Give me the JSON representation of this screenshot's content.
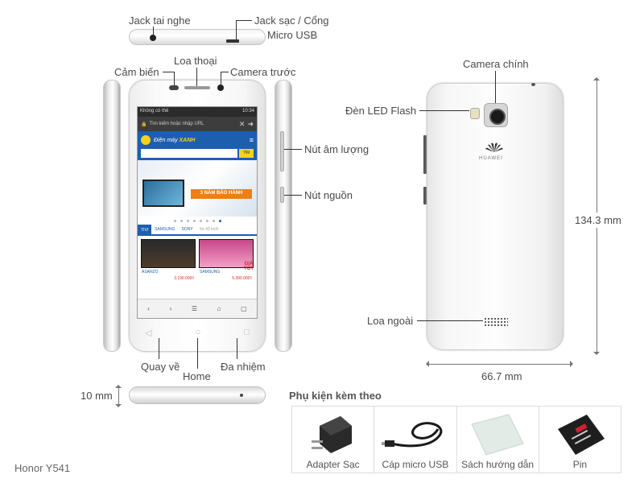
{
  "labels": {
    "jack": "Jack tai nghe",
    "charge_1": "Jack sạc / Cổng",
    "charge_2": "Micro USB",
    "sensor": "Cảm biến",
    "earpiece": "Loa thoại",
    "front_cam": "Camera trước",
    "volume": "Nút âm lượng",
    "power": "Nút nguồn",
    "back": "Quay về",
    "home": "Home",
    "multitask": "Đa nhiệm",
    "main_cam": "Camera chính",
    "flash": "Đèn LED Flash",
    "speaker": "Loa ngoài",
    "height": "134.3 mm",
    "width": "66.7 mm",
    "thickness": "10 mm"
  },
  "screen": {
    "status_left": "Không có thẻ",
    "status_right": "10:34",
    "url_placeholder": "Tìm kiếm hoặc nhập URL",
    "site_logo_a": "Điện máy ",
    "site_logo_b": "XANH",
    "search_btn": "TÌM",
    "promo": "3 NĂM BẢO HÀNH",
    "tabs": [
      "TIVI",
      "SAMSUNG",
      "SONY",
      "Xe 43 inch"
    ],
    "price_1": "3.190.000₫",
    "price_2": "5.390.000₫",
    "sale_1": "GIÁ",
    "sale_2": "TỐT",
    "brand_1": "ASANZO",
    "brand_2": "SAMSUNG"
  },
  "back_brand": "HUAWEI",
  "accessories": {
    "title": "Phụ kiện kèm theo",
    "items": [
      "Adapter Sạc",
      "Cáp micro USB",
      "Sách hướng dẫn",
      "Pin"
    ]
  },
  "model": "Honor Y541"
}
